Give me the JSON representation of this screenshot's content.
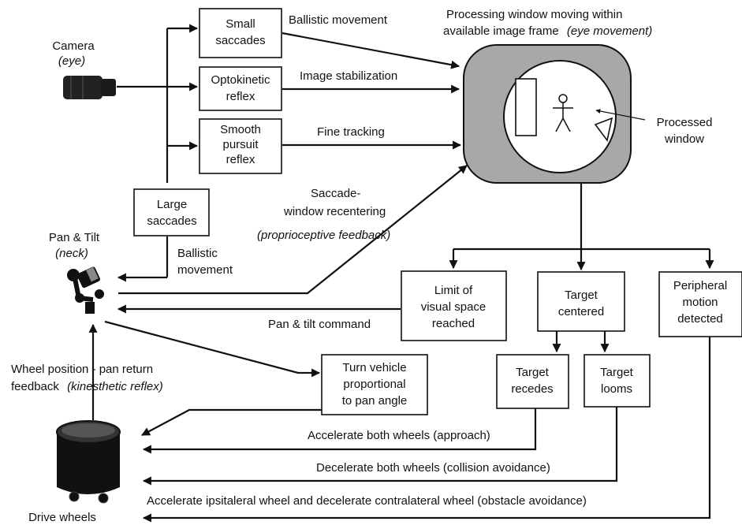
{
  "labels": {
    "camera": "Camera",
    "camera_sub": "(eye)",
    "pan_tilt": "Pan & Tilt",
    "pan_tilt_sub": "(neck)",
    "drive_wheels": "Drive wheels",
    "processing_line1": "Processing window moving within",
    "processing_line2": "available image frame",
    "processing_line2_italic": "(eye movement)",
    "processed_window": [
      "Processed",
      "window"
    ],
    "ballistic_movement_top": "Ballistic  movement",
    "image_stabilization": "Image  stabilization",
    "fine_tracking": "Fine  tracking",
    "saccade_window": [
      "Saccade-",
      "window  recentering"
    ],
    "proprioceptive": "(proprioceptive  feedback)",
    "ballistic_movement_left": [
      "Ballistic",
      "movement"
    ],
    "pan_tilt_command": "Pan  &  tilt  command",
    "wheel_feedback_1": "Wheel position - pan return",
    "wheel_feedback_2": "feedback",
    "wheel_feedback_2_italic": "(kinesthetic reflex)",
    "accelerate_both": "Accelerate  both  wheels  (approach)",
    "decelerate_both": "Decelerate  both  wheels  (collision  avoidance)",
    "ipsilateral": "Accelerate  ipsitaleral  wheel  and  decelerate  contralateral  wheel  (obstacle  avoidance)"
  },
  "boxes": {
    "small_saccades": [
      "Small",
      "saccades"
    ],
    "optokinetic": [
      "Optokinetic",
      "reflex"
    ],
    "smooth_pursuit": [
      "Smooth",
      "pursuit",
      "reflex"
    ],
    "large_saccades": [
      "Large",
      "saccades"
    ],
    "limit_visual": [
      "Limit of",
      "visual space",
      "reached"
    ],
    "target_centered": [
      "Target",
      "centered"
    ],
    "peripheral": [
      "Peripheral",
      "motion",
      "detected"
    ],
    "target_recedes": [
      "Target",
      "recedes"
    ],
    "target_looms": [
      "Target",
      "looms"
    ],
    "turn_vehicle": [
      "Turn vehicle",
      "proportional",
      "to pan angle"
    ]
  }
}
